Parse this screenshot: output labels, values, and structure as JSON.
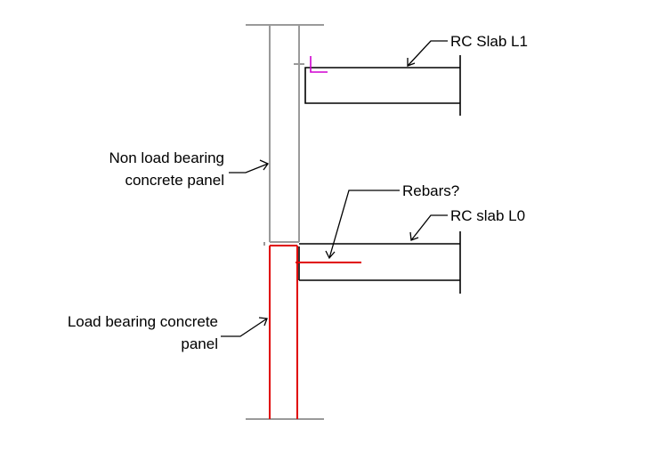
{
  "labels": {
    "rc_slab_l1": "RC Slab L1",
    "rc_slab_l0": "RC slab L0",
    "rebars": "Rebars?",
    "non_load_bearing_line1": "Non load bearing",
    "non_load_bearing_line2": "concrete panel",
    "load_bearing_line1": "Load bearing concrete",
    "load_bearing_line2": "panel"
  },
  "colors": {
    "non_load_bearing_panel": "#9a9a9a",
    "load_bearing_panel": "#e00000",
    "rebar": "#e00000",
    "slab_outline": "#000000",
    "slab_l1_marker": "#d000d0",
    "text": "#000000"
  }
}
